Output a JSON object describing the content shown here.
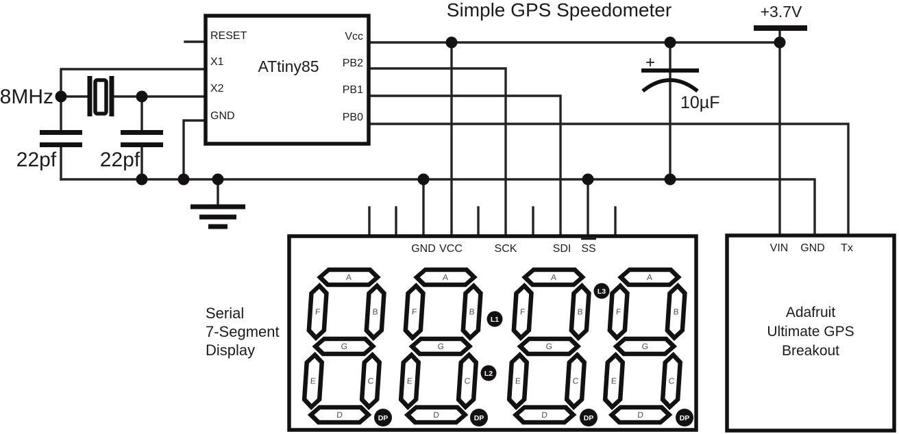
{
  "title": "Simple GPS Speedometer",
  "power_rail": {
    "label": "+3.7V"
  },
  "mcu": {
    "name": "ATtiny85",
    "left_pins": [
      "RESET",
      "X1",
      "X2",
      "GND"
    ],
    "right_pins": [
      "Vcc",
      "PB2",
      "PB1",
      "PB0"
    ]
  },
  "oscillator": {
    "freq_label": "8MHz",
    "cap_left_label": "22pf",
    "cap_right_label": "22pf"
  },
  "filter_cap": {
    "plus": "+",
    "label": "10µF"
  },
  "display": {
    "name_lines": [
      "Serial",
      "7-Segment",
      "Display"
    ],
    "pins": [
      "GND",
      "VCC",
      "SCK",
      "SDI",
      "SS"
    ],
    "segments": [
      "A",
      "B",
      "C",
      "D",
      "E",
      "F",
      "G"
    ],
    "dp": "DP",
    "colon": [
      "L1",
      "L2",
      "L3"
    ]
  },
  "gps": {
    "pins": [
      "VIN",
      "GND",
      "Tx"
    ],
    "name_lines": [
      "Adafruit",
      "Ultimate GPS",
      "Breakout"
    ]
  }
}
